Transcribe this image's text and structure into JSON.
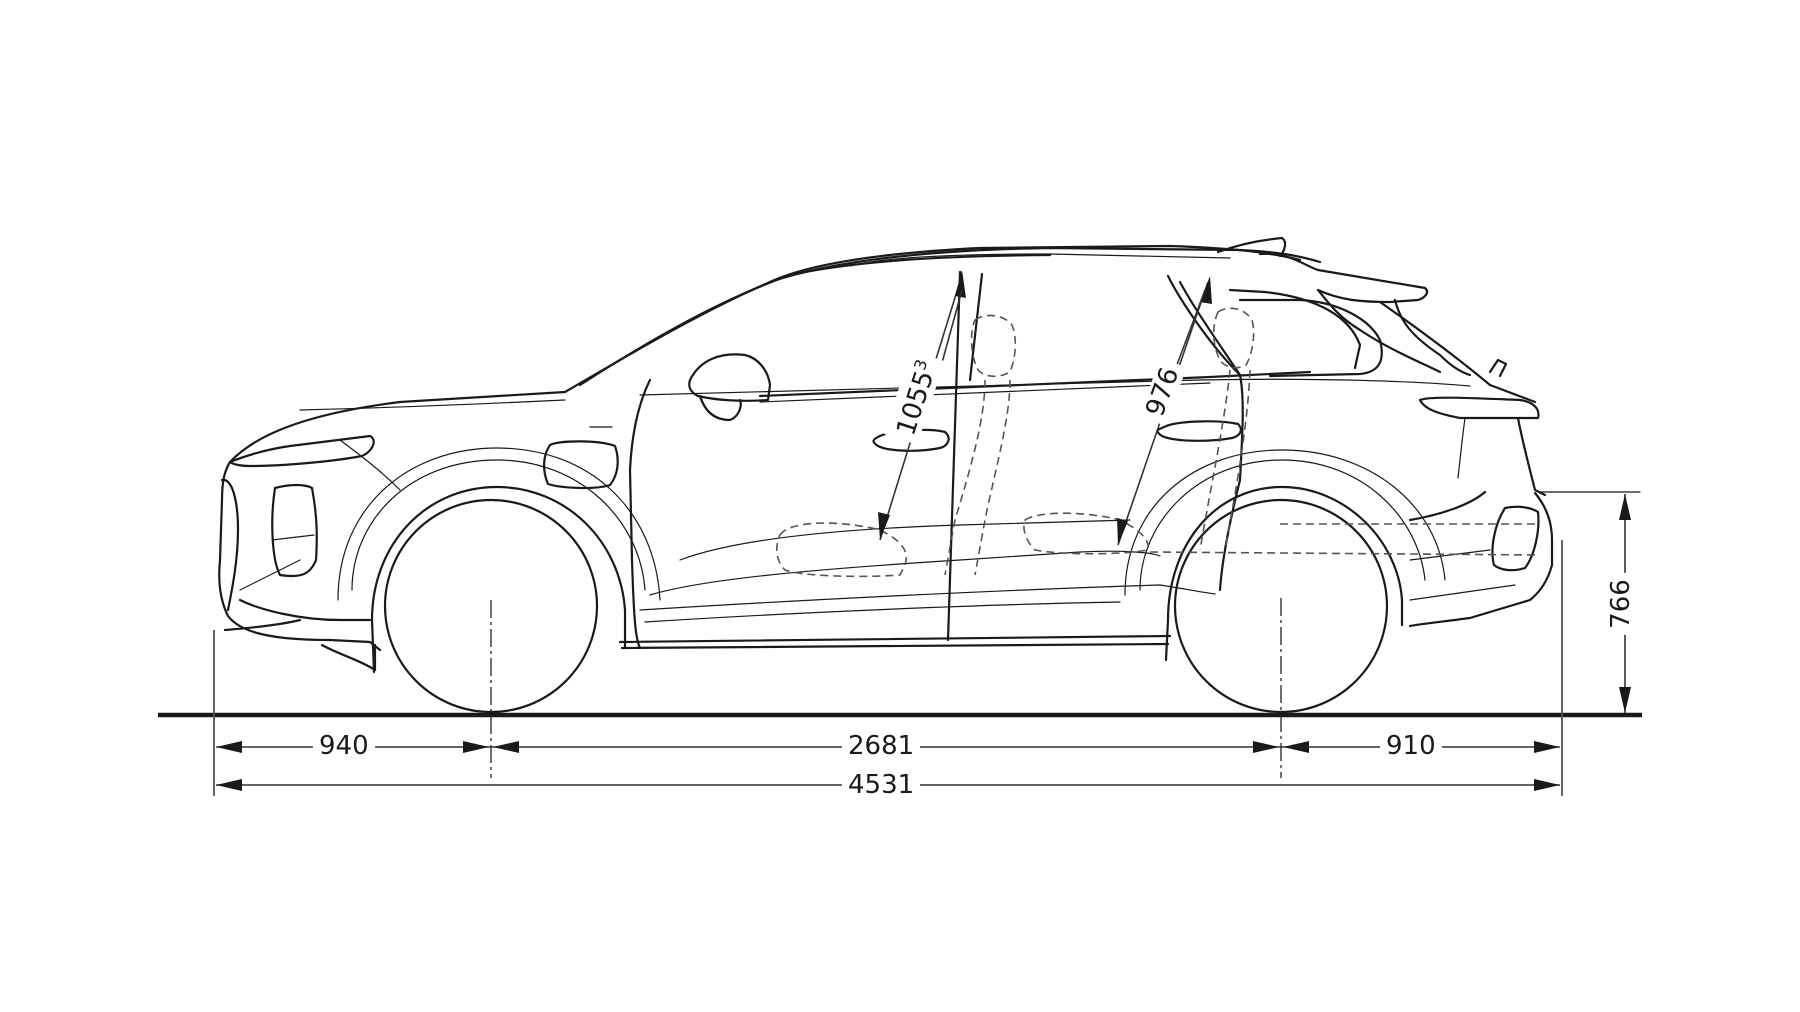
{
  "diagram": {
    "subject": "SUV side-view dimension drawing",
    "units": "mm",
    "dimensions": {
      "front_overhang": {
        "label": "940",
        "value": 940
      },
      "wheelbase": {
        "label": "2681",
        "value": 2681
      },
      "rear_overhang": {
        "label": "910",
        "value": 910
      },
      "overall_length": {
        "label": "4531",
        "value": 4531
      },
      "loading_sill_height": {
        "label": "766",
        "value": 766
      },
      "front_headroom": {
        "label": "1055",
        "superscript": "3",
        "value": 1055
      },
      "rear_headroom": {
        "label": "976",
        "value": 976
      }
    },
    "colors": {
      "line": "#1a1a1a",
      "dashed_hidden_lines": "#555555",
      "background": "#ffffff"
    }
  }
}
